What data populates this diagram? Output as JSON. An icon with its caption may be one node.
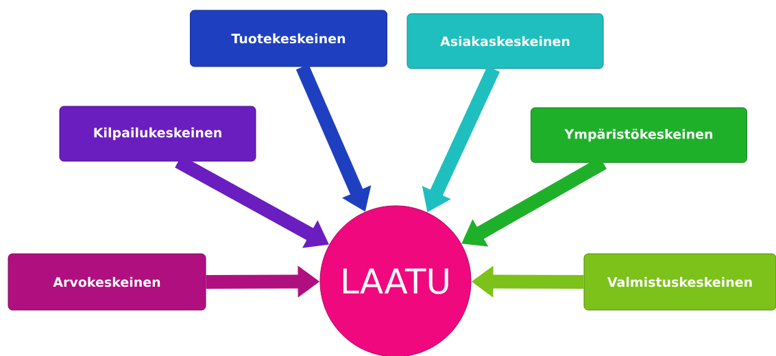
{
  "diagram": {
    "nodes": [
      {
        "text": [
          "Tuotekeskeinen"
        ]
      },
      {
        "text": [
          "Asiakaskeskeinen"
        ]
      },
      {
        "text": [
          "Kilpailukeskeinen"
        ]
      },
      {
        "text": [
          "Ympäristökeskeinen"
        ]
      },
      {
        "text": [
          "Arvokeskeinen"
        ]
      },
      {
        "text": [
          "LAATU"
        ]
      },
      {
        "text": [
          "Valmistuskeskeinen"
        ]
      }
    ],
    "edges": [
      {
        "from": 0,
        "to": 5,
        "arrow": "to",
        "color": "#1e3fc0"
      },
      {
        "from": 1,
        "to": 5,
        "arrow": "to",
        "color": "#1fbfbf"
      },
      {
        "from": 2,
        "to": 5,
        "arrow": "to",
        "color": "#6a1ec0"
      },
      {
        "from": 3,
        "to": 5,
        "arrow": "to",
        "color": "#1fb02a"
      },
      {
        "from": 4,
        "to": 5,
        "arrow": "to",
        "color": "#b0107f"
      },
      {
        "from": 6,
        "to": 5,
        "arrow": "to",
        "color": "#7cc21a"
      }
    ]
  }
}
